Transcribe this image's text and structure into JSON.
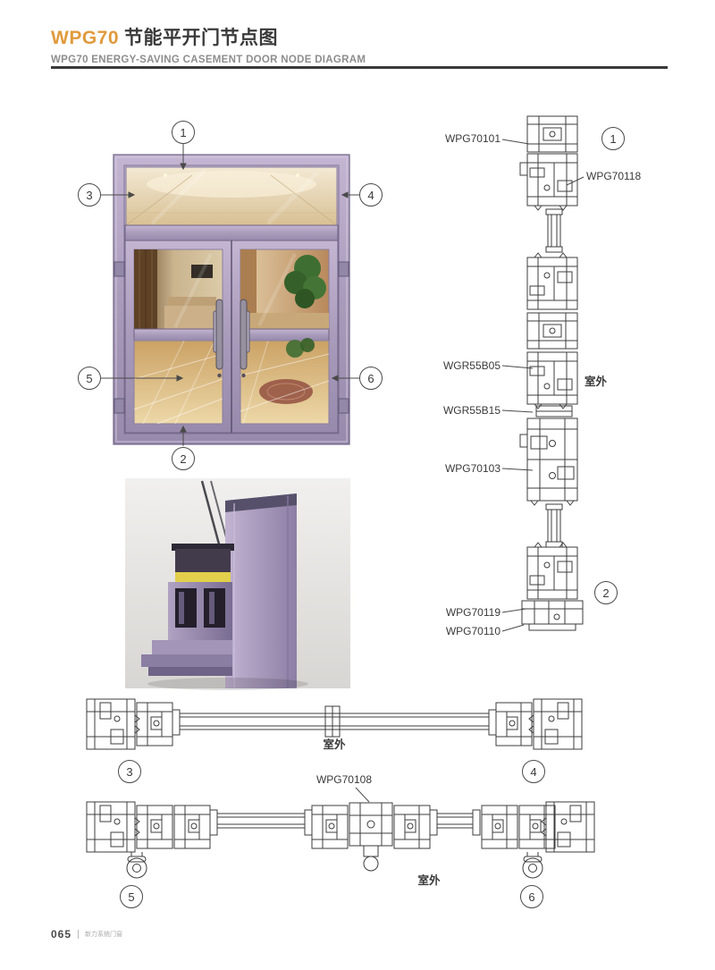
{
  "header": {
    "brand": "WPG70",
    "title_cn": "节能平开门节点图",
    "subtitle": "WPG70 ENERGY-SAVING CASEMENT DOOR NODE DIAGRAM"
  },
  "labels": {
    "wpg70101": "WPG70101",
    "wpg70118": "WPG70118",
    "wgr55b05": "WGR55B05",
    "wgr55b15": "WGR55B15",
    "wpg70103": "WPG70103",
    "wpg70119": "WPG70119",
    "wpg70110": "WPG70110",
    "wpg70108": "WPG70108",
    "outdoor": "室外"
  },
  "callouts": {
    "n1": "1",
    "n2": "2",
    "n3": "3",
    "n4": "4",
    "n5": "5",
    "n6": "6"
  },
  "footer": {
    "page": "065",
    "tagline": "新力系统门窗"
  },
  "colors": {
    "accent": "#E09A3C",
    "frame_purple": "#A99BBA",
    "line": "#3C3C3C"
  }
}
